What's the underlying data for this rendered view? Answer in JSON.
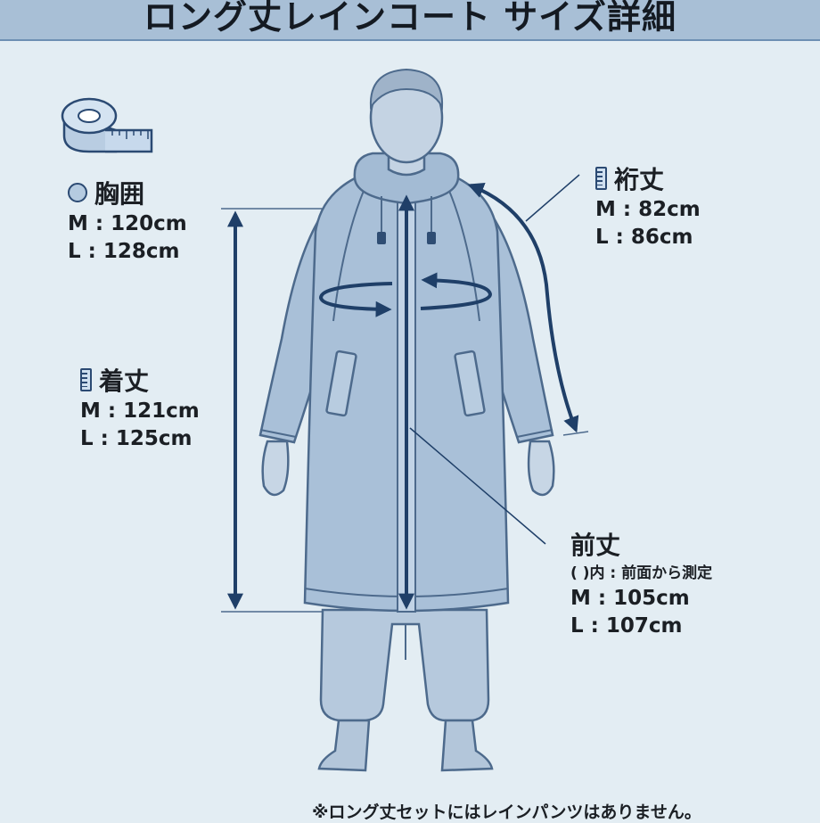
{
  "title": "ロング丈レインコート サイズ詳細",
  "measurements": {
    "chest": {
      "label": "胸囲",
      "m": "M : 120cm",
      "l": "L : 128cm"
    },
    "length": {
      "label": "着丈",
      "m": "M : 121cm",
      "l": "L : 125cm"
    },
    "sleeve": {
      "label": "裄丈",
      "m": "M : 82cm",
      "l": "L : 86cm"
    },
    "front": {
      "label": "前丈",
      "note": "(  )内 : 前面から測定",
      "m": "M : 105cm",
      "l": "L : 107cm"
    }
  },
  "footnote": "※ロング丈セットにはレインパンツはありません。",
  "icons": {
    "measure_tape": "tape-measure-icon",
    "chest": "circle-icon",
    "ruler": "ruler-icon"
  },
  "colors": {
    "background": "#e3edf3",
    "title_bar": "#a8bfd6",
    "coat": "#a9c0d8",
    "outline": "#4d6a8c",
    "arrow": "#1f3f68"
  }
}
